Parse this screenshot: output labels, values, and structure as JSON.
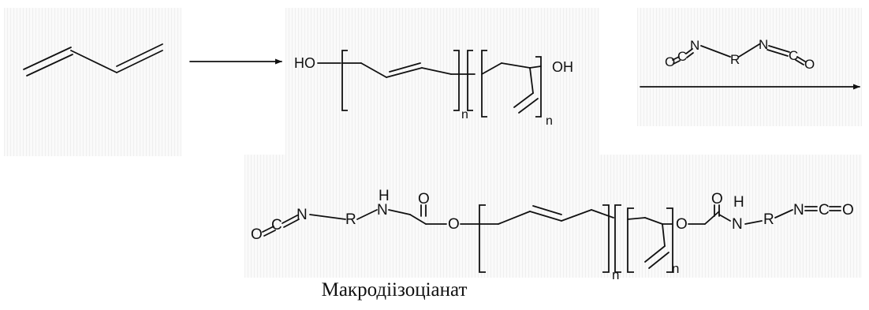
{
  "labels": {
    "ho": "HO",
    "oh": "OH",
    "subscript": "n",
    "o": "O",
    "c": "C",
    "n": "N",
    "r": "R",
    "h": "H"
  },
  "caption": "Макродіізоціанат"
}
